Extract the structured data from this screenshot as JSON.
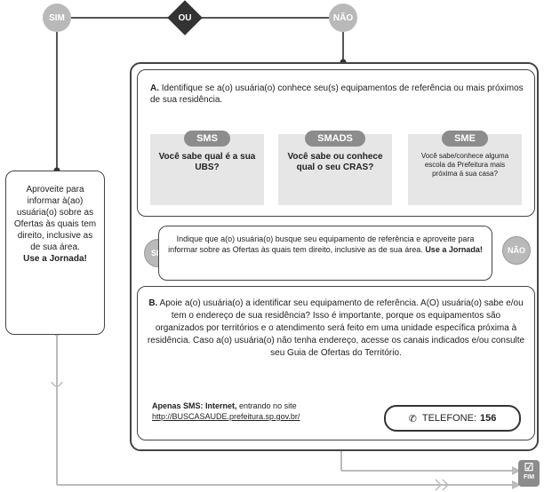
{
  "top": {
    "yes": "SIM",
    "or": "OU",
    "no": "NÃO"
  },
  "left_box": {
    "text": "Aproveite para informar à(ao) usuária(o) sobre as Ofertas às quais tem direito, inclusive as de sua área.",
    "cta": "Use a Jornada!"
  },
  "section_a": {
    "heading": "A.",
    "text": "Identifique se a(o) usuária(o) conhece seu(s) equipamentos de referência ou mais próximos de sua residência.",
    "cards": [
      {
        "tag": "SMS",
        "question": "Você sabe qual é a sua UBS?"
      },
      {
        "tag": "SMADS",
        "question": "Você sabe ou conhece qual o seu CRAS?"
      },
      {
        "tag": "SME",
        "question": "Você sabe/conhece alguma escola da Prefeitura mais próxima à sua casa?"
      }
    ]
  },
  "middle": {
    "yes": "SIM",
    "no": "NÃO",
    "text": "Indique que a(o) usuária(o) busque seu equipamento de referência e aproveite para informar sobre as Ofertas às quais tem direito, inclusive as de sua área.",
    "cta": "Use a Jornada!"
  },
  "section_b": {
    "heading": "B.",
    "text": "Apoie a(o) usuária(o) a identificar seu equipamento de referência. A(O) usuária(o) sabe e/ou tem o endereço de sua residência? Isso é importante, porque os equipamentos são organizados por territórios e o atendimento será feito em uma unidade específica próxima à residência. Caso a(o) usuária(o) não tenha endereço, acesse os canais indicados e/ou consulte seu Guia de Ofertas do Território.",
    "sms_label": "Apenas SMS: Internet,",
    "sms_text": "entrando no site",
    "sms_link": "http://BUSCASAUDE.prefeitura.sp.gov.br/",
    "phone_label": "TELEFONE:",
    "phone_number": "156"
  },
  "end": {
    "label": "FIM"
  }
}
